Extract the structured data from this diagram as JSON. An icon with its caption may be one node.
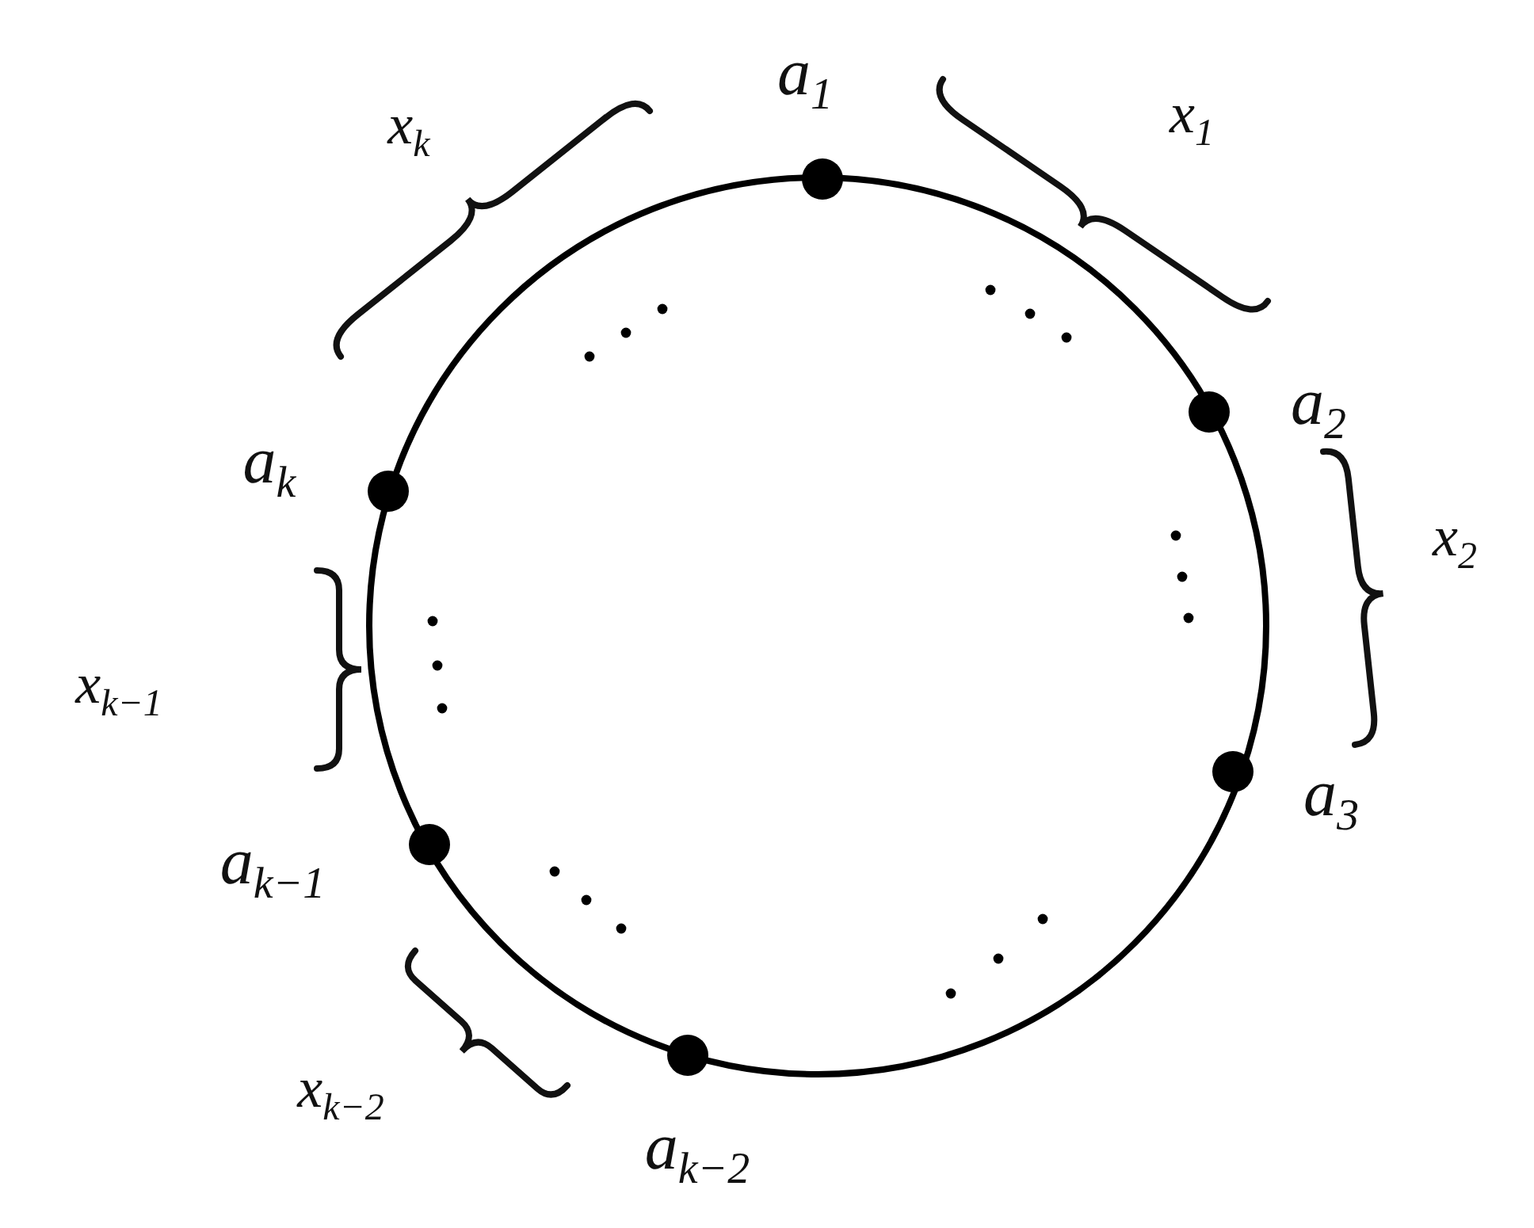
{
  "diagram": {
    "nodes": [
      {
        "text": [],
        "shape": "circle",
        "beside": [
          "a$_{1}$"
        ]
      },
      {
        "text": [],
        "shape": "circle",
        "beside": [
          "a$_{2}$"
        ]
      },
      {
        "text": [],
        "shape": "circle",
        "beside": [
          "a$_{3}$"
        ]
      },
      {
        "text": [],
        "shape": "circle",
        "beside": [
          "a$_{k−2}$"
        ]
      },
      {
        "text": [],
        "shape": "circle",
        "beside": [
          "a$_{k−1}$"
        ]
      },
      {
        "text": [],
        "shape": "circle",
        "beside": [
          "a$_{k}$"
        ]
      }
    ],
    "labels": [
      "x$_{k}$",
      "x$_{1}$",
      "x$_{2}$",
      "x$_{k−1}$",
      "x$_{k−2}$"
    ]
  }
}
